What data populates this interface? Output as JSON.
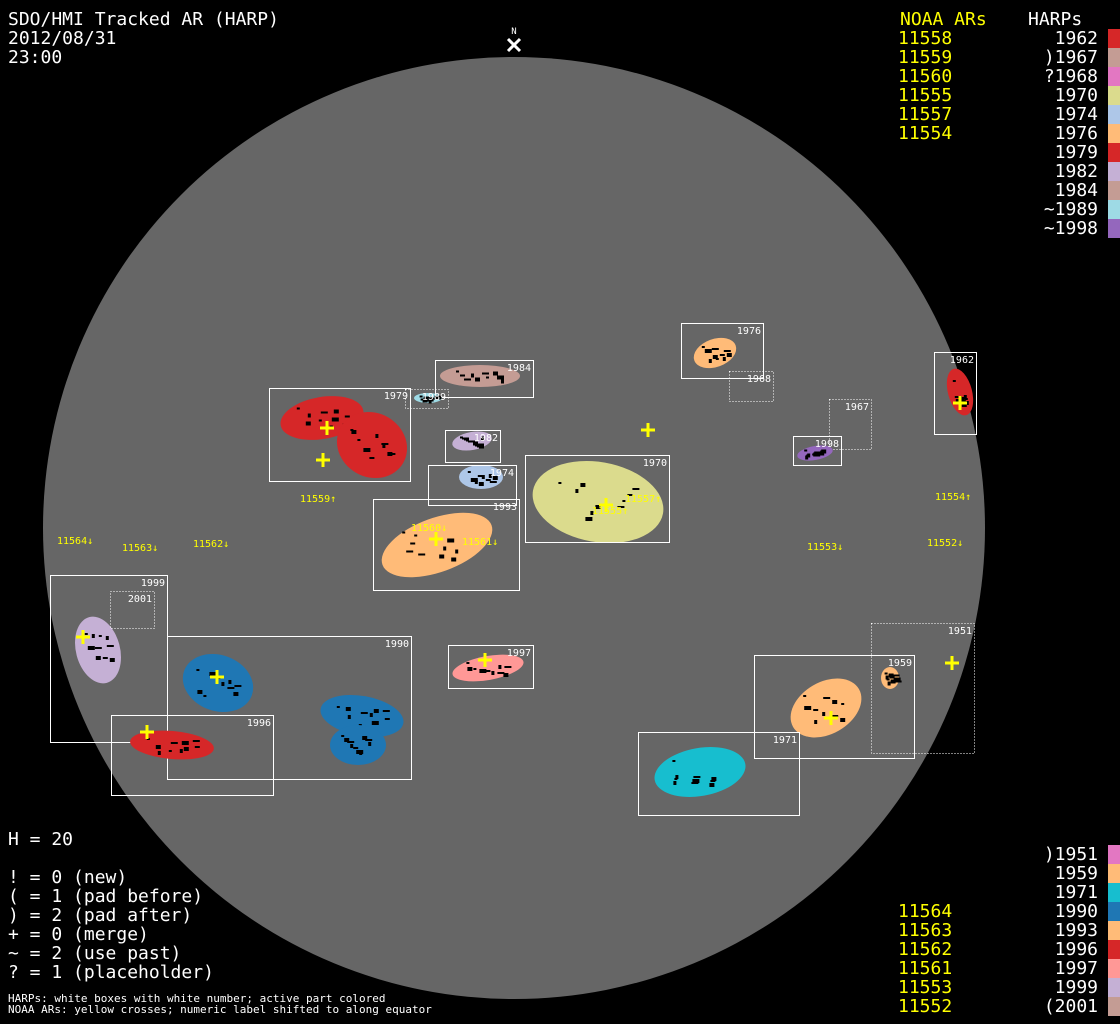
{
  "header": {
    "title": "SDO/HMI Tracked AR (HARP)",
    "date": "2012/08/31",
    "time": "23:00"
  },
  "north_label": "N",
  "top_legend": {
    "noaa_heading": "NOAA ARs",
    "harp_heading": "HARPs",
    "rows": [
      {
        "ar": "11558",
        "harp": "1962",
        "color": "#d62728"
      },
      {
        "ar": "11559",
        "harp": ")1967",
        "color": "#c49c94"
      },
      {
        "ar": "11560",
        "harp": "?1968",
        "color": "#e377c2"
      },
      {
        "ar": "11555",
        "harp": "1970",
        "color": "#dbdb8d"
      },
      {
        "ar": "11557",
        "harp": "1974",
        "color": "#aec7e8"
      },
      {
        "ar": "11554",
        "harp": "1976",
        "color": "#ffbb78"
      },
      {
        "ar": "",
        "harp": "1979",
        "color": "#d62728"
      },
      {
        "ar": "",
        "harp": "1982",
        "color": "#c5b0d5"
      },
      {
        "ar": "",
        "harp": "1984",
        "color": "#c49c94"
      },
      {
        "ar": "",
        "harp": "~1989",
        "color": "#9edae5"
      },
      {
        "ar": "",
        "harp": "~1998",
        "color": "#9467bd"
      }
    ]
  },
  "bottom_legend": {
    "rows": [
      {
        "ar": "",
        "harp": ")1951",
        "color": "#e377c2"
      },
      {
        "ar": "",
        "harp": "1959",
        "color": "#ffbb78"
      },
      {
        "ar": "",
        "harp": "1971",
        "color": "#17becf"
      },
      {
        "ar": "11564",
        "harp": "1990",
        "color": "#1f77b4"
      },
      {
        "ar": "11563",
        "harp": "1993",
        "color": "#ffbb78"
      },
      {
        "ar": "11562",
        "harp": "1996",
        "color": "#d62728"
      },
      {
        "ar": "11561",
        "harp": "1997",
        "color": "#ff9896"
      },
      {
        "ar": "11553",
        "harp": "1999",
        "color": "#c5b0d5"
      },
      {
        "ar": "11552",
        "harp": "(2001",
        "color": "#c49c94"
      }
    ]
  },
  "stats": {
    "h": "H = 20",
    "lines": [
      "! = 0 (new)",
      "( = 1 (pad before)",
      ") = 2 (pad after)",
      "+ = 0 (merge)",
      "~ = 2 (use past)",
      "? = 1 (placeholder)"
    ]
  },
  "notes": [
    "HARPs: white boxes with white number; active part colored",
    "NOAA ARs: yellow crosses; numeric label shifted to along equator"
  ],
  "harps": [
    {
      "id": "1976",
      "color": "#ffbb78",
      "dotted": false
    },
    {
      "id": "1968",
      "color": "#e377c2",
      "dotted": true
    },
    {
      "id": "1962",
      "color": "#d62728",
      "dotted": false
    },
    {
      "id": "1967",
      "color": "#c49c94",
      "dotted": true
    },
    {
      "id": "1998",
      "color": "#9467bd",
      "dotted": false
    },
    {
      "id": "1984",
      "color": "#c49c94",
      "dotted": false
    },
    {
      "id": "1979",
      "color": "#d62728",
      "dotted": false
    },
    {
      "id": "1989",
      "color": "#9edae5",
      "dotted": true
    },
    {
      "id": "1982",
      "color": "#c5b0d5",
      "dotted": false
    },
    {
      "id": "1974",
      "color": "#aec7e8",
      "dotted": false
    },
    {
      "id": "1970",
      "color": "#dbdb8d",
      "dotted": false
    },
    {
      "id": "1993",
      "color": "#ffbb78",
      "dotted": false
    },
    {
      "id": "1999",
      "color": "#c5b0d5",
      "dotted": false
    },
    {
      "id": "2001",
      "color": "#c49c94",
      "dotted": true
    },
    {
      "id": "1990",
      "color": "#1f77b4",
      "dotted": false
    },
    {
      "id": "1996",
      "color": "#d62728",
      "dotted": false
    },
    {
      "id": "1997",
      "color": "#ff9896",
      "dotted": false
    },
    {
      "id": "1951",
      "color": "#e377c2",
      "dotted": true
    },
    {
      "id": "1959",
      "color": "#ffbb78",
      "dotted": false
    },
    {
      "id": "1971",
      "color": "#17becf",
      "dotted": false
    }
  ],
  "ar_labels": [
    "11559↑",
    "11564↓",
    "11563↓",
    "11562↓",
    "11560↓",
    "11561↓",
    "11555↑",
    "11557↑",
    "11553↓",
    "11554↑",
    "11552↓"
  ],
  "colors": {
    "disk": "#666666",
    "ar": "#ffff00",
    "box": "#ffffff"
  }
}
